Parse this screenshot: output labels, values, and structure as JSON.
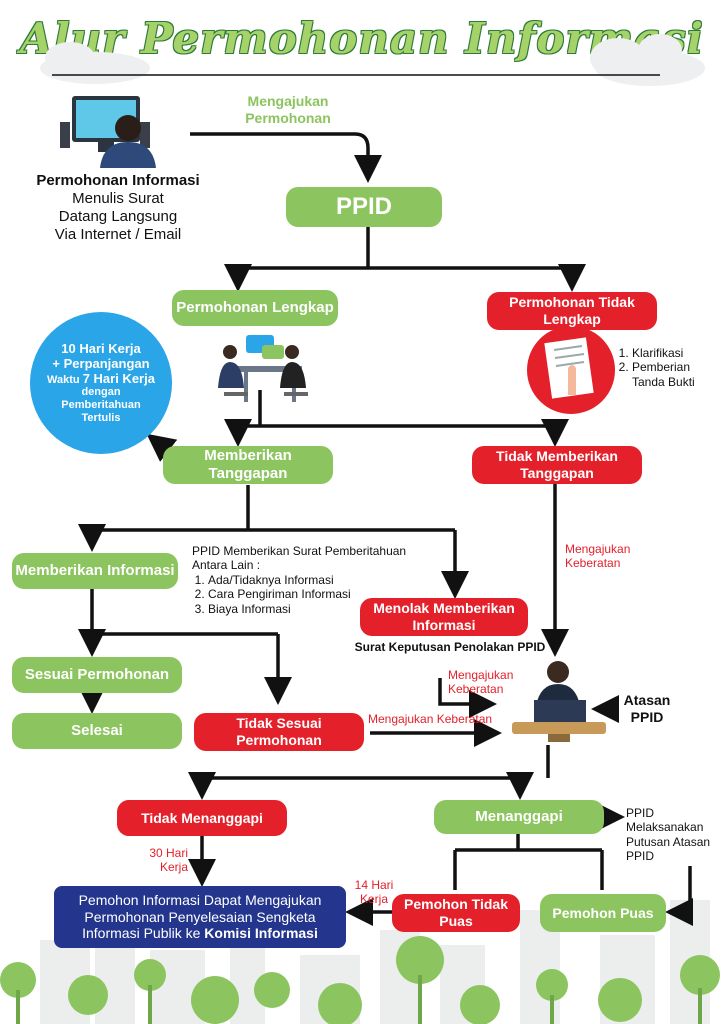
{
  "title": "Alur Permohonan Informasi",
  "colors": {
    "green": "#8cc45f",
    "red": "#e4202b",
    "navy": "#23358c",
    "blue": "#2aa5e8"
  },
  "requester": {
    "heading": "Permohonan Informasi",
    "lines": [
      "Menulis Surat",
      "Datang Langsung",
      "Via Internet / Email"
    ]
  },
  "labels": {
    "mengajukan_permohonan": "Mengajukan Permohonan",
    "mengajukan_keberatan_1": "Mengajukan Keberatan",
    "mengajukan_keberatan_2": "Mengajukan Keberatan",
    "mengajukan_keberatan_3": "Mengajukan Keberatan",
    "hari_30": "30 Hari Kerja",
    "hari_14": "14 Hari Kerja"
  },
  "nodes": {
    "ppid": "PPID",
    "permohonan_lengkap": "Permohonan Lengkap",
    "permohonan_tidak_lengkap": "Permohonan Tidak Lengkap",
    "memberikan_tanggapan": "Memberikan Tanggapan",
    "tidak_memberikan_tanggapan": "Tidak Memberikan Tanggapan",
    "memberikan_informasi": "Memberikan Informasi",
    "menolak": "Menolak Memberikan Informasi",
    "sesuai": "Sesuai Permohonan",
    "selesai": "Selesai",
    "tidak_sesuai": "Tidak Sesuai Permohonan",
    "tidak_menanggapi": "Tidak Menanggapi",
    "menanggapi": "Menanggapi",
    "tidak_puas": "Pemohon Tidak Puas",
    "puas": "Pemohon Puas",
    "komisi_prefix": "Pemohon Informasi Dapat Mengajukan Permohonan Penyelesaian Sengketa Informasi Publik ke",
    "komisi_bold": "Komisi Informasi"
  },
  "circle": {
    "line1": "10 Hari Kerja",
    "line2": "+ Perpanjangan",
    "line3a": "Waktu",
    "line3b": "7 Hari Kerja",
    "line4": "dengan",
    "line5": "Pemberitahuan",
    "line6": "Tertulis"
  },
  "klarifikasi": [
    "Klarifikasi",
    "Pemberian Tanda Bukti"
  ],
  "pemberitahuan": {
    "intro": "PPID Memberikan Surat Pemberitahuan Antara Lain :",
    "items": [
      "Ada/Tidaknya Informasi",
      "Cara Pengiriman Informasi",
      "Biaya Informasi"
    ]
  },
  "surat_penolakan": "Surat Keputusan Penolakan PPID",
  "atasan": "Atasan PPID",
  "ppid_melaksanakan": "PPID Melaksanakan Putusan Atasan PPID"
}
